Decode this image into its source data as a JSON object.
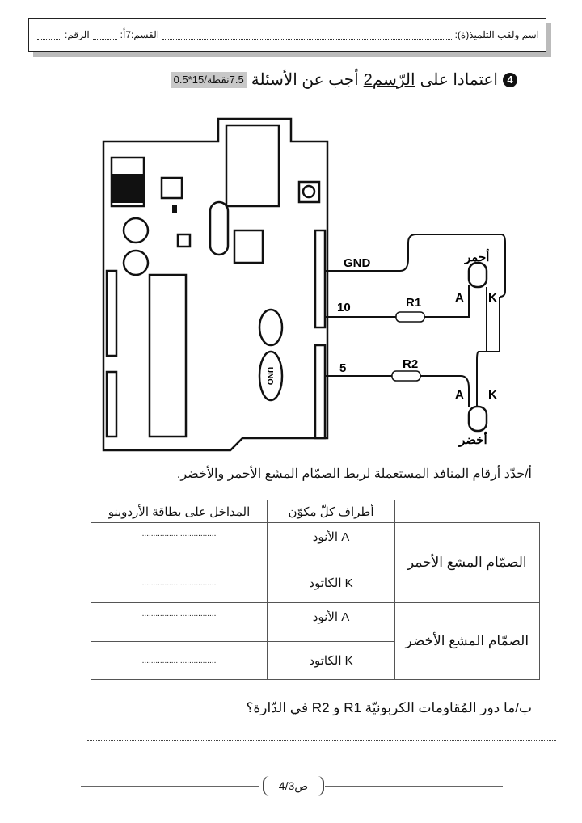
{
  "header": {
    "name_label": "اسم ولقب التلميذ(ة):",
    "class_label": "القسم:7أ:",
    "number_label": "الرقم:"
  },
  "question4": {
    "number": "4",
    "text_before": "اعتمادا على ",
    "figure_ref": "الرّسم2",
    "text_after": "أجب عن الأسئلة",
    "points": "7.5نقطة/15*0.5"
  },
  "diagram": {
    "gnd_label": "GND",
    "pin10_label": "10",
    "pin5_label": "5",
    "r1_label": "R1",
    "r2_label": "R2",
    "red_label": "أحمر",
    "green_label": "أخضر",
    "anode_label": "A",
    "cathode_label": "K",
    "board_logo": "UNO"
  },
  "question_a": "أ/حدّد أرقام المنافذ المستعملة لربط الصمّام المشع الأحمر والأخضر.",
  "table": {
    "headers": [
      "أطراف كلّ مكوّن",
      "المداخل على بطاقة الأردوينو"
    ],
    "groups": [
      {
        "name": "الصمّام المشع الأحمر",
        "rows": [
          {
            "terminal": "A الأنود",
            "answer": "................................."
          },
          {
            "terminal": "K الكاتود",
            "answer": "................................."
          }
        ]
      },
      {
        "name": "الصمّام المشع الأخضر",
        "rows": [
          {
            "terminal": "A الأنود",
            "answer": "................................."
          },
          {
            "terminal": "K الكاتود",
            "answer": "................................."
          }
        ]
      }
    ]
  },
  "question_b": "ب/ما دور المُقاومات الكربونيّة R1 و R2 في الدّارة؟",
  "footer": {
    "page": "ص4/3"
  }
}
